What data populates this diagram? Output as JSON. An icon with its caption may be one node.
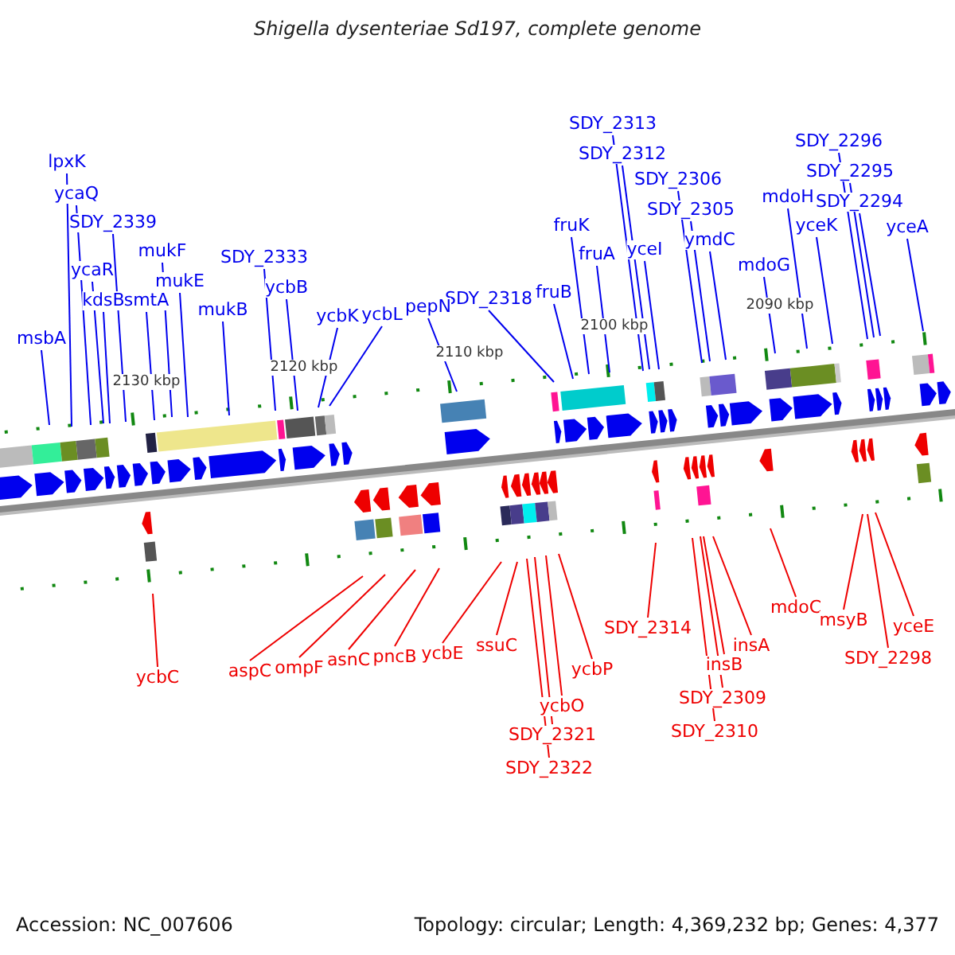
{
  "diagram": {
    "title": "Shigella dysenteriae Sd197, complete genome",
    "nodes": [
      {
        "text": [
          "SDY_2313"
        ]
      },
      {
        "text": [
          "SDY_2296"
        ]
      },
      {
        "text": [
          "SDY_2312"
        ]
      },
      {
        "text": [
          "lpxK"
        ]
      },
      {
        "text": [
          "SDY_2295"
        ]
      },
      {
        "text": [
          "SDY_2306"
        ]
      },
      {
        "text": [
          "ycaQ"
        ]
      },
      {
        "text": [
          "mdoH"
        ]
      },
      {
        "text": [
          "SDY_2294"
        ]
      },
      {
        "text": [
          "SDY_2305"
        ]
      },
      {
        "text": [
          "SDY_2339"
        ]
      },
      {
        "text": [
          "fruK"
        ]
      },
      {
        "text": [
          "yceK"
        ]
      },
      {
        "text": [
          "yceA"
        ]
      },
      {
        "text": [
          "ymdC"
        ]
      },
      {
        "text": [
          "mukF"
        ]
      },
      {
        "text": [
          "yceI"
        ]
      },
      {
        "text": [
          "fruA"
        ]
      },
      {
        "text": [
          "SDY_2333"
        ]
      },
      {
        "text": [
          "ycaR"
        ]
      },
      {
        "text": [
          "mdoG"
        ]
      },
      {
        "text": [
          "mukE"
        ]
      },
      {
        "text": [
          "ycbB"
        ]
      },
      {
        "text": [
          "fruB"
        ]
      },
      {
        "text": [
          "SDY_2318"
        ]
      },
      {
        "text": [
          "kdsB"
        ]
      },
      {
        "text": [
          "smtA"
        ]
      },
      {
        "text": [
          "pepN"
        ]
      },
      {
        "text": [
          "mukB"
        ]
      },
      {
        "text": [
          "ycbL"
        ]
      },
      {
        "text": [
          "ycbK"
        ]
      },
      {
        "text": [
          "msbA"
        ]
      },
      {
        "text": [
          "mdoC"
        ]
      },
      {
        "text": [
          "msyB"
        ]
      },
      {
        "text": [
          "yceE"
        ]
      },
      {
        "text": [
          "SDY_2314"
        ]
      },
      {
        "text": [
          "ssuC"
        ]
      },
      {
        "text": [
          "insA"
        ]
      },
      {
        "text": [
          "ycbE"
        ]
      },
      {
        "text": [
          "pncB"
        ]
      },
      {
        "text": [
          "asnC"
        ]
      },
      {
        "text": [
          "SDY_2298"
        ]
      },
      {
        "text": [
          "insB"
        ]
      },
      {
        "text": [
          "ompF"
        ]
      },
      {
        "text": [
          "aspC"
        ]
      },
      {
        "text": [
          "ycbP"
        ]
      },
      {
        "text": [
          "ycbC"
        ]
      },
      {
        "text": [
          "SDY_2309"
        ]
      },
      {
        "text": [
          "ycbO"
        ]
      },
      {
        "text": [
          "SDY_2310"
        ]
      },
      {
        "text": [
          "SDY_2321"
        ]
      },
      {
        "text": [
          "SDY_2322"
        ]
      }
    ],
    "edges": [
      {
        "from": 0,
        "to": null,
        "arrow": "none"
      },
      {
        "from": 1,
        "to": null,
        "arrow": "none"
      },
      {
        "from": 2,
        "to": null,
        "arrow": "none"
      },
      {
        "from": 3,
        "to": null,
        "arrow": "none"
      },
      {
        "from": 4,
        "to": null,
        "arrow": "none"
      },
      {
        "from": 5,
        "to": null,
        "arrow": "none"
      },
      {
        "from": 6,
        "to": null,
        "arrow": "none"
      },
      {
        "from": 7,
        "to": null,
        "arrow": "none"
      },
      {
        "from": 8,
        "to": null,
        "arrow": "none"
      },
      {
        "from": 9,
        "to": null,
        "arrow": "none"
      },
      {
        "from": 10,
        "to": null,
        "arrow": "none"
      },
      {
        "from": 11,
        "to": null,
        "arrow": "none"
      },
      {
        "from": 12,
        "to": null,
        "arrow": "none"
      },
      {
        "from": 13,
        "to": null,
        "arrow": "none"
      },
      {
        "from": 14,
        "to": null,
        "arrow": "none"
      },
      {
        "from": 15,
        "to": null,
        "arrow": "none"
      },
      {
        "from": 16,
        "to": null,
        "arrow": "none"
      },
      {
        "from": 17,
        "to": null,
        "arrow": "none"
      },
      {
        "from": 18,
        "to": null,
        "arrow": "none"
      },
      {
        "from": 19,
        "to": null,
        "arrow": "none"
      },
      {
        "from": 20,
        "to": null,
        "arrow": "none"
      },
      {
        "from": 21,
        "to": null,
        "arrow": "none"
      },
      {
        "from": 22,
        "to": null,
        "arrow": "none"
      },
      {
        "from": 23,
        "to": null,
        "arrow": "none"
      },
      {
        "from": 24,
        "to": null,
        "arrow": "none"
      },
      {
        "from": 25,
        "to": null,
        "arrow": "none"
      },
      {
        "from": 26,
        "to": null,
        "arrow": "none"
      },
      {
        "from": 27,
        "to": null,
        "arrow": "none"
      },
      {
        "from": 28,
        "to": null,
        "arrow": "none"
      },
      {
        "from": 29,
        "to": null,
        "arrow": "none"
      },
      {
        "from": 30,
        "to": null,
        "arrow": "none"
      },
      {
        "from": 31,
        "to": null,
        "arrow": "none"
      },
      {
        "from": 32,
        "to": null,
        "arrow": "none",
        "color": "#ee0000"
      },
      {
        "from": 33,
        "to": null,
        "arrow": "none",
        "color": "#ee0000"
      },
      {
        "from": 34,
        "to": null,
        "arrow": "none",
        "color": "#ee0000"
      },
      {
        "from": 35,
        "to": null,
        "arrow": "none",
        "color": "#ee0000"
      },
      {
        "from": 36,
        "to": null,
        "arrow": "none",
        "color": "#ee0000"
      },
      {
        "from": 37,
        "to": null,
        "arrow": "none",
        "color": "#ee0000"
      },
      {
        "from": 38,
        "to": null,
        "arrow": "none",
        "color": "#ee0000"
      },
      {
        "from": 39,
        "to": null,
        "arrow": "none",
        "color": "#ee0000"
      },
      {
        "from": 40,
        "to": null,
        "arrow": "none",
        "color": "#ee0000"
      },
      {
        "from": 41,
        "to": null,
        "arrow": "none",
        "color": "#ee0000"
      },
      {
        "from": 42,
        "to": null,
        "arrow": "none",
        "color": "#ee0000"
      },
      {
        "from": 43,
        "to": null,
        "arrow": "none",
        "color": "#ee0000"
      },
      {
        "from": 44,
        "to": null,
        "arrow": "none",
        "color": "#ee0000"
      },
      {
        "from": 45,
        "to": null,
        "arrow": "none",
        "color": "#ee0000"
      },
      {
        "from": 46,
        "to": null,
        "arrow": "none",
        "color": "#ee0000"
      },
      {
        "from": 47,
        "to": null,
        "arrow": "none",
        "color": "#ee0000"
      },
      {
        "from": 48,
        "to": null,
        "arrow": "none",
        "color": "#ee0000"
      },
      {
        "from": 49,
        "to": null,
        "arrow": "none",
        "color": "#ee0000"
      },
      {
        "from": 50,
        "to": null,
        "arrow": "none",
        "color": "#ee0000"
      },
      {
        "from": 51,
        "to": null,
        "arrow": "none",
        "color": "#ee0000"
      }
    ],
    "labels": [
      "2090 kbp",
      "2100 kbp",
      "2110 kbp",
      "2120 kbp",
      "2130 kbp",
      "Accession: NC_007606",
      "Topology: circular; Length: 4,369,232 bp; Genes: 4,377"
    ]
  }
}
